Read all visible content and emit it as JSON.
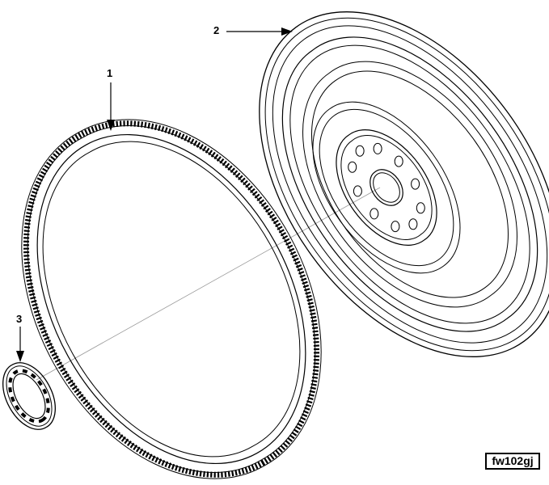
{
  "callouts": {
    "ring_gear": "1",
    "flywheel": "2",
    "retainer": "3"
  },
  "figure_id": "fw102gj"
}
